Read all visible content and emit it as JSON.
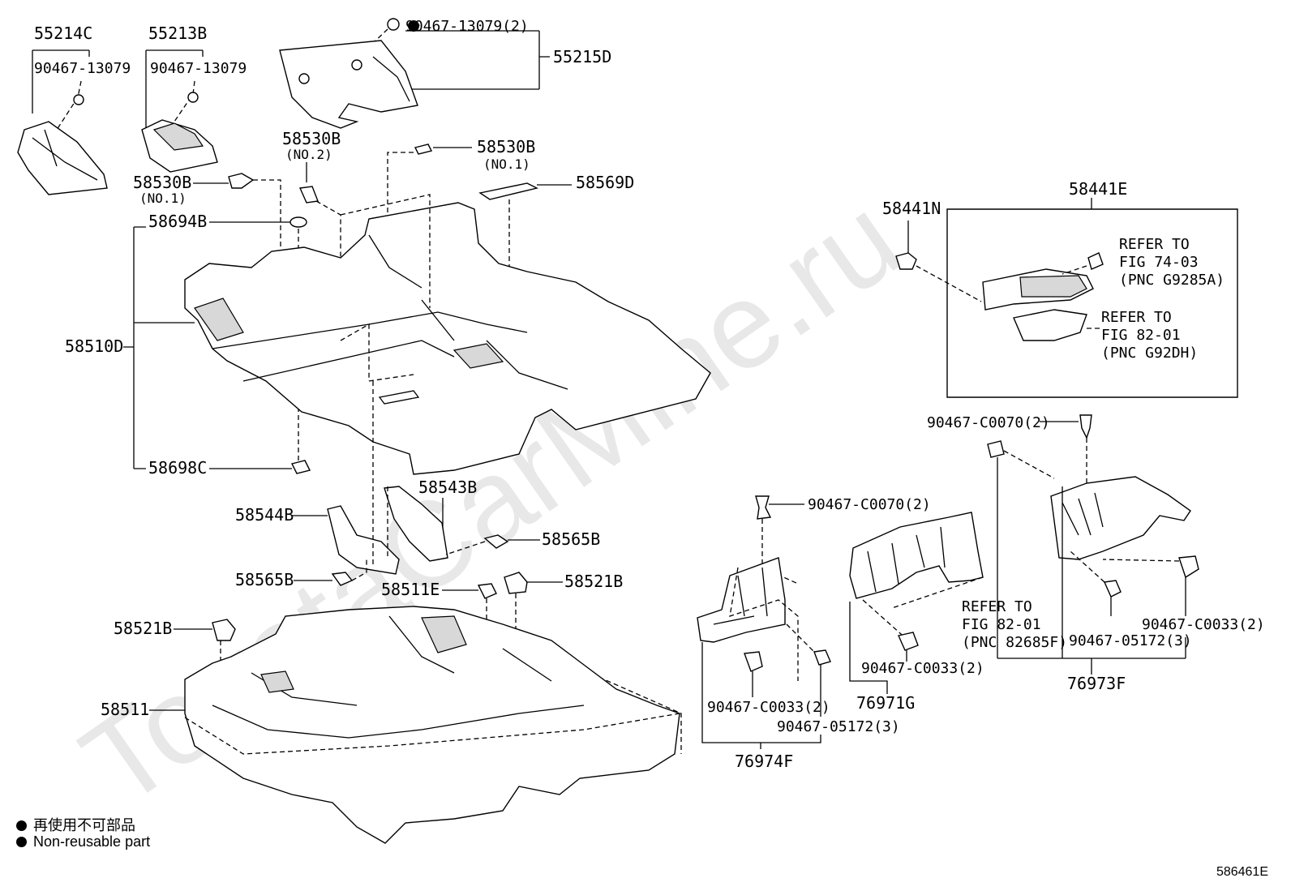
{
  "watermark": "ToyotaCarMine.ru",
  "labels": {
    "p55214C": "55214C",
    "p55213B": "55213B",
    "p90467_13079_a": "90467-13079",
    "p90467_13079_b": "90467-13079",
    "p90467_13079_2": "90467-13079(2)",
    "p55215D": "55215D",
    "p58530B_no2": "58530B",
    "no2": "(NO.2)",
    "p58530B_no1_top": "58530B",
    "no1_top": "(NO.1)",
    "p58530B_no1_left": "58530B",
    "no1_left": "(NO.1)",
    "p58569D": "58569D",
    "p58694B": "58694B",
    "p58510D": "58510D",
    "p58698C": "58698C",
    "p58543B": "58543B",
    "p58544B": "58544B",
    "p58565B_r": "58565B",
    "p58565B_l": "58565B",
    "p58511E": "58511E",
    "p58521B_r": "58521B",
    "p58521B_l": "58521B",
    "p58511": "58511",
    "p58441N": "58441N",
    "p58441E": "58441E",
    "refer1": [
      "REFER TO",
      "FIG 74-03",
      "(PNC G9285A)"
    ],
    "refer2": [
      "REFER TO",
      "FIG 82-01",
      "(PNC G92DH)"
    ],
    "refer3": [
      "REFER TO",
      "FIG 82-01",
      "(PNC 82685F)"
    ],
    "p90467_C0070_r": "90467-C0070(2)",
    "p90467_C0070_m": "90467-C0070(2)",
    "p90467_C0033_m": "90467-C0033(2)",
    "p90467_C0033_c": "90467-C0033(2)",
    "p90467_C0033_r": "90467-C0033(2)",
    "p90467_05172_m": "90467-05172(3)",
    "p90467_05172_r": "90467-05172(3)",
    "p76974F": "76974F",
    "p76971G": "76971G",
    "p76973F": "76973F"
  },
  "legend": {
    "cn": "再使用不可部品",
    "en": "Non-reusable part"
  },
  "figure_id": "586461E"
}
